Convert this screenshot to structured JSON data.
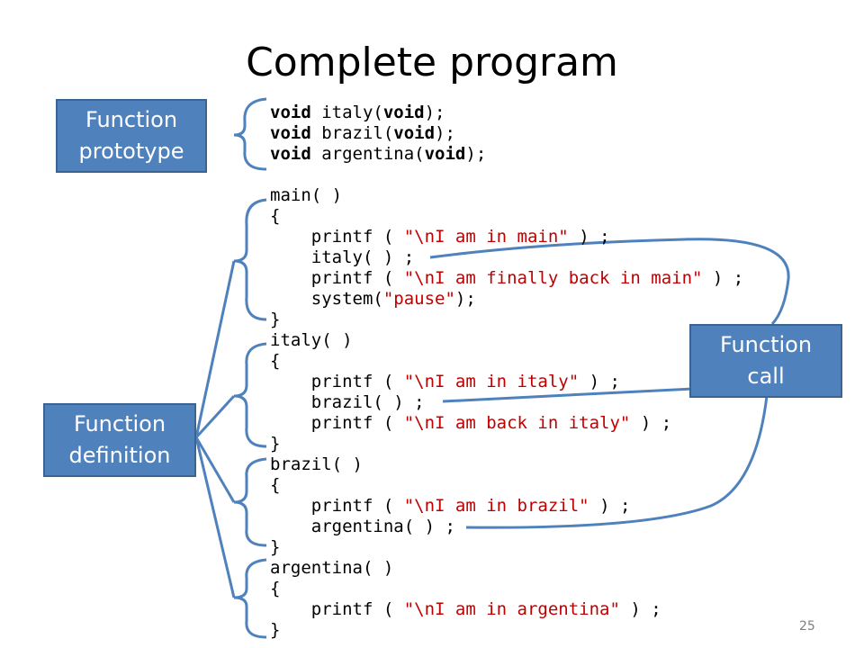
{
  "title": "Complete program",
  "labels": {
    "prototype": "Function\nprototype",
    "definition": "Function\ndefinition",
    "call": "Function\ncall"
  },
  "page_number": "25",
  "code": [
    [
      {
        "t": "void",
        "k": "kw"
      },
      {
        "t": " italy("
      },
      {
        "t": "void",
        "k": "kw"
      },
      {
        "t": ");"
      }
    ],
    [
      {
        "t": "void",
        "k": "kw"
      },
      {
        "t": " brazil("
      },
      {
        "t": "void",
        "k": "kw"
      },
      {
        "t": ");"
      }
    ],
    [
      {
        "t": "void",
        "k": "kw"
      },
      {
        "t": " argentina("
      },
      {
        "t": "void",
        "k": "kw"
      },
      {
        "t": ");"
      }
    ],
    [],
    [
      {
        "t": "main( )"
      }
    ],
    [
      {
        "t": "{"
      }
    ],
    [
      {
        "t": "    printf ( "
      },
      {
        "t": "\"\\nI am in main\"",
        "k": "str"
      },
      {
        "t": " ) ;"
      }
    ],
    [
      {
        "t": "    italy( ) ;"
      }
    ],
    [
      {
        "t": "    printf ( "
      },
      {
        "t": "\"\\nI am finally back in main\"",
        "k": "str"
      },
      {
        "t": " ) ;"
      }
    ],
    [
      {
        "t": "    system("
      },
      {
        "t": "\"pause\"",
        "k": "str"
      },
      {
        "t": ");"
      }
    ],
    [
      {
        "t": "}"
      }
    ],
    [
      {
        "t": "italy( )"
      }
    ],
    [
      {
        "t": "{"
      }
    ],
    [
      {
        "t": "    printf ( "
      },
      {
        "t": "\"\\nI am in italy\"",
        "k": "str"
      },
      {
        "t": " ) ;"
      }
    ],
    [
      {
        "t": "    brazil( ) ;"
      }
    ],
    [
      {
        "t": "    printf ( "
      },
      {
        "t": "\"\\nI am back in italy\"",
        "k": "str"
      },
      {
        "t": " ) ;"
      }
    ],
    [
      {
        "t": "}"
      }
    ],
    [
      {
        "t": "brazil( )"
      }
    ],
    [
      {
        "t": "{"
      }
    ],
    [
      {
        "t": "    printf ( "
      },
      {
        "t": "\"\\nI am in brazil\"",
        "k": "str"
      },
      {
        "t": " ) ;"
      }
    ],
    [
      {
        "t": "    argentina( ) ;"
      }
    ],
    [
      {
        "t": "}"
      }
    ],
    [
      {
        "t": "argentina( )"
      }
    ],
    [
      {
        "t": "{"
      }
    ],
    [
      {
        "t": "    printf ( "
      },
      {
        "t": "\"\\nI am in argentina\"",
        "k": "str"
      },
      {
        "t": " ) ;"
      }
    ],
    [
      {
        "t": "}"
      }
    ]
  ],
  "colors": {
    "box_fill": "#4f81bd",
    "connector": "#4f81bd",
    "string": "#c00000"
  }
}
